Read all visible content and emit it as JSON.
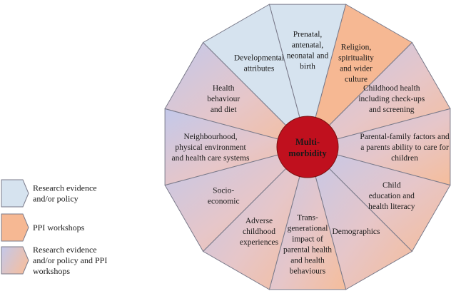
{
  "center": {
    "lines": [
      "Multi-",
      "morbidity"
    ],
    "color": "#c0101e"
  },
  "colors": {
    "research": "#d6e3ef",
    "ppi": "#f6b893",
    "mixed_blue": "#c7cbe9",
    "mixed_orange": "#f4bd9c",
    "outline": "#7a7a8a"
  },
  "segments": [
    {
      "id": "prenatal",
      "type": "research",
      "lines": [
        "Prenatal,",
        "antenatal,",
        "neonatal and",
        "birth"
      ]
    },
    {
      "id": "religion",
      "type": "ppi",
      "lines": [
        "Religion,",
        "spirituality",
        "and wider",
        "culture"
      ]
    },
    {
      "id": "childhood-health",
      "type": "mixed",
      "lines": [
        "Childhood health",
        "including check-ups",
        "and screening"
      ]
    },
    {
      "id": "parental-family",
      "type": "mixed",
      "lines": [
        "Parental-family factors and",
        "a parents ability to care for",
        "children"
      ]
    },
    {
      "id": "child-education",
      "type": "mixed",
      "lines": [
        "Child",
        "education and",
        "health literacy"
      ]
    },
    {
      "id": "demographics",
      "type": "mixed",
      "lines": [
        "Demographics"
      ]
    },
    {
      "id": "trans-generational",
      "type": "mixed",
      "lines": [
        "Trans-",
        "generational",
        "impact of",
        "parental health",
        "and health",
        "behaviours"
      ]
    },
    {
      "id": "adverse-childhood",
      "type": "mixed",
      "lines": [
        "Adverse",
        "childhood",
        "experiences"
      ]
    },
    {
      "id": "socio-economic",
      "type": "mixed",
      "lines": [
        "Socio-",
        "economic"
      ]
    },
    {
      "id": "neighbourhood",
      "type": "mixed",
      "lines": [
        "Neighbourhood,",
        "physical environment",
        "and health care systems"
      ]
    },
    {
      "id": "health-behaviour",
      "type": "mixed",
      "lines": [
        "Health",
        "behaviour",
        "and diet"
      ]
    },
    {
      "id": "developmental",
      "type": "research",
      "lines": [
        "Developmental",
        "attributes"
      ]
    }
  ],
  "legend": [
    {
      "type": "research",
      "lines": [
        "Research evidence",
        "and/or policy"
      ]
    },
    {
      "type": "ppi",
      "lines": [
        "PPI workshops"
      ]
    },
    {
      "type": "mixed",
      "lines": [
        "Research evidence",
        "and/or policy and PPI",
        "workshops"
      ]
    }
  ]
}
